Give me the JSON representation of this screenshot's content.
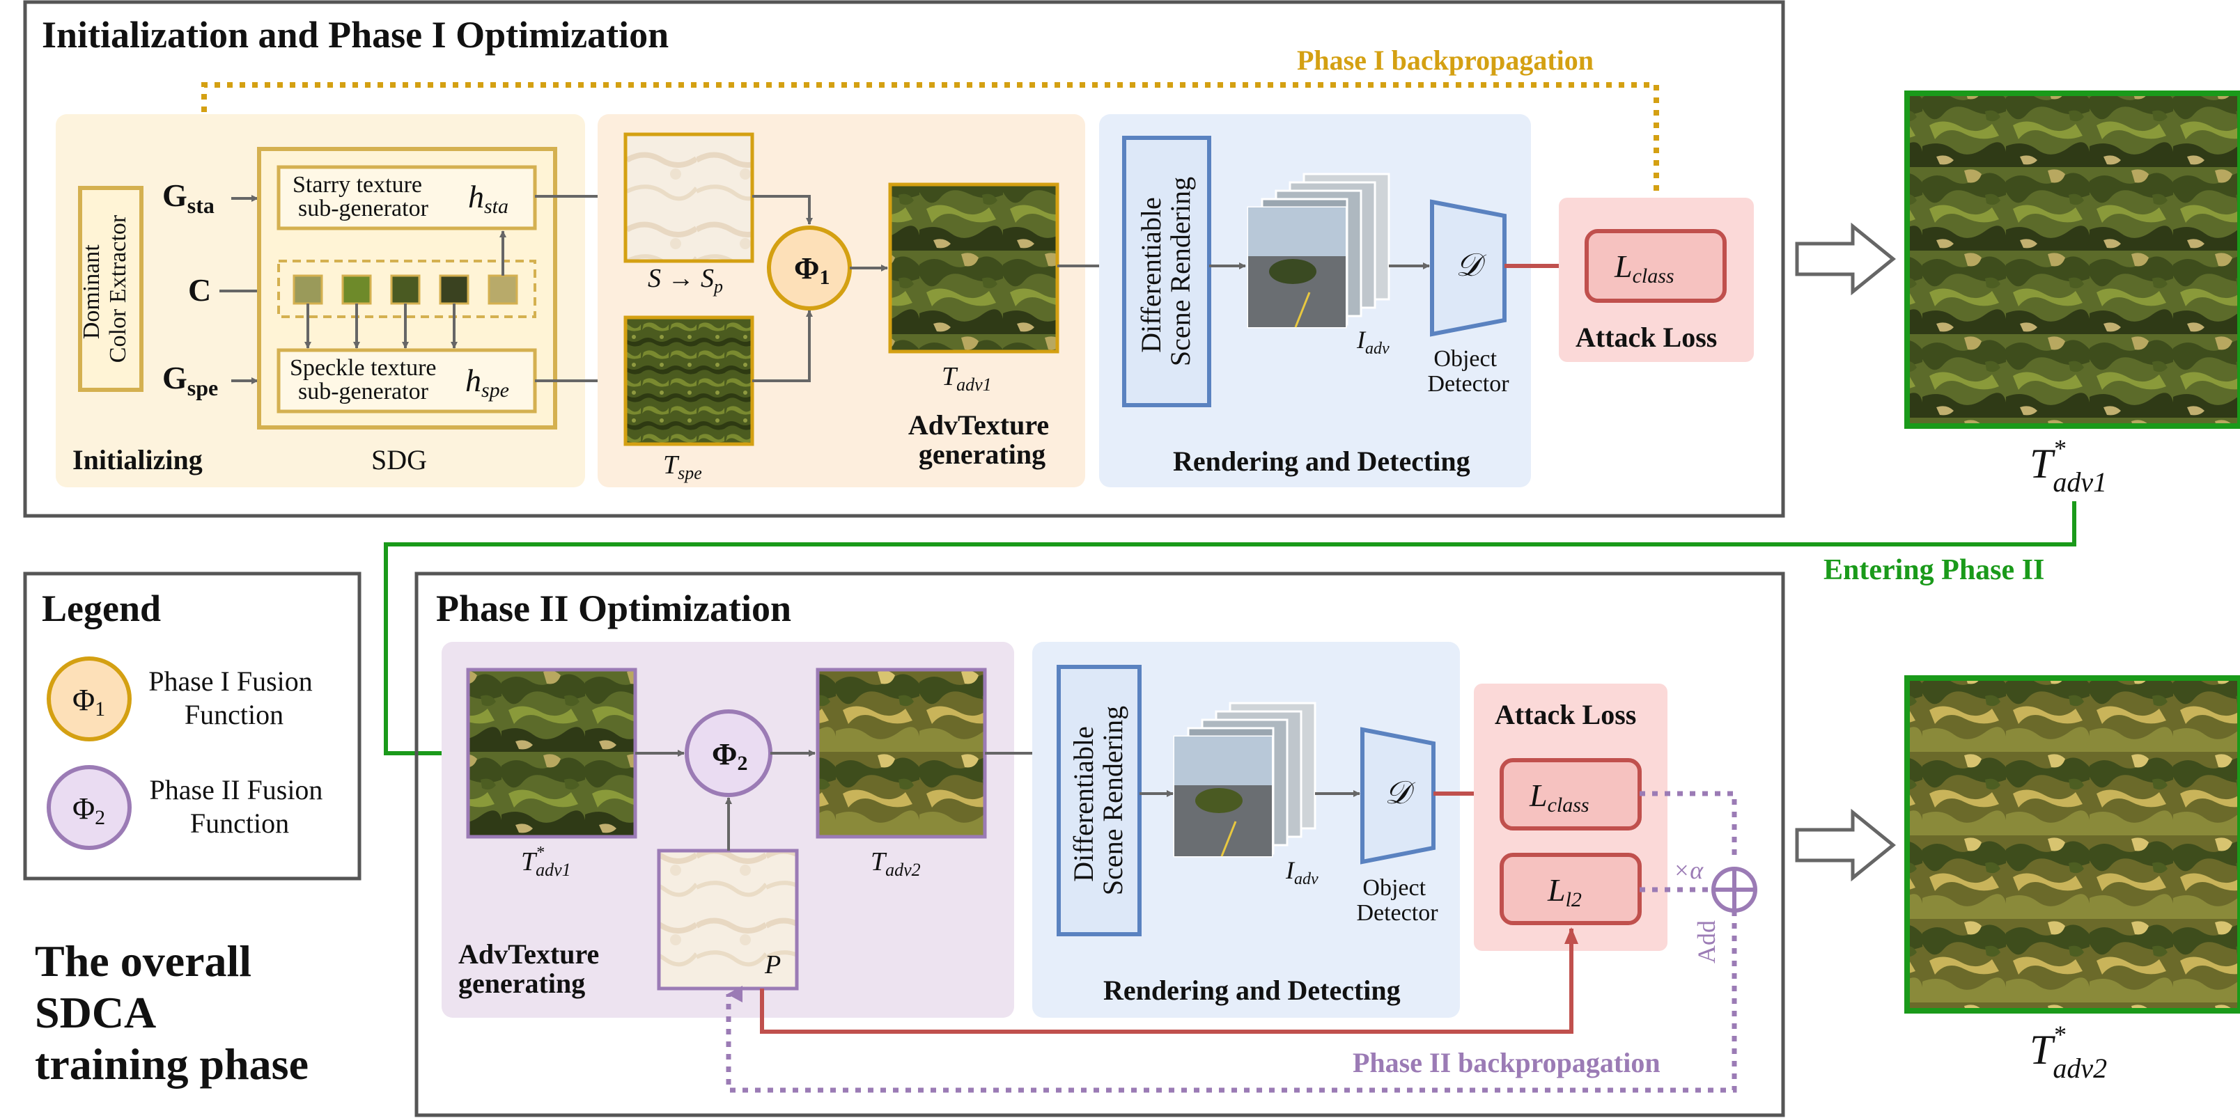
{
  "phase1": {
    "title": "Initialization and Phase I Optimization",
    "backprop_label": "Phase I backpropagation",
    "dominant_color_extractor": [
      "Dominant",
      "Color Extractor"
    ],
    "g_sta": "G",
    "g_sta_sub": "sta",
    "c": "C",
    "g_spe": "G",
    "g_spe_sub": "spe",
    "starry_gen": [
      "Starry texture",
      "sub-generator"
    ],
    "h_sta": "h",
    "h_sta_sub": "sta",
    "speckle_gen": [
      "Speckle texture",
      "sub-generator"
    ],
    "h_spe": "h",
    "h_spe_sub": "spe",
    "initializing_label": "Initializing",
    "sdg_label": "SDG",
    "s_to_sp": "S → S",
    "s_to_sp_sub": "p",
    "t_spe": "T",
    "t_spe_sub": "spe",
    "phi1": "Φ",
    "phi1_sub": "1",
    "t_adv1": "T",
    "t_adv1_sub": "adv1",
    "advtexture_label": [
      "AdvTexture",
      "generating"
    ],
    "renderer": [
      "Differentiable",
      "Scene Rendering"
    ],
    "i_adv": "I",
    "i_adv_sub": "adv",
    "detector_symbol": "𝒟",
    "detector_label": [
      "Object",
      "Detector"
    ],
    "rendering_label": "Rendering and Detecting",
    "l_class": "L",
    "l_class_sub": "class",
    "attack_loss_label": "Attack Loss"
  },
  "between": {
    "entering_label": "Entering Phase II",
    "t_adv1_star": "T",
    "t_adv1_star_sub": "adv1",
    "t_adv2_star": "T",
    "t_adv2_star_sub": "adv2",
    "star": "*"
  },
  "legend": {
    "title": "Legend",
    "phi1": "Φ",
    "phi1_sub": "1",
    "phi1_label": [
      "Phase I Fusion",
      "Function"
    ],
    "phi2": "Φ",
    "phi2_sub": "2",
    "phi2_label": [
      "Phase II Fusion",
      "Function"
    ]
  },
  "overall_label": [
    "The overall",
    "SDCA",
    "training phase"
  ],
  "phase2": {
    "title": "Phase II Optimization",
    "t_adv1_star": "T",
    "t_adv1_star_sub": "adv1",
    "phi2": "Φ",
    "phi2_sub": "2",
    "t_adv2": "T",
    "t_adv2_sub": "adv2",
    "p_label": "P",
    "advtexture_label": [
      "AdvTexture",
      "generating"
    ],
    "renderer": [
      "Differentiable",
      "Scene Rendering"
    ],
    "i_adv": "I",
    "i_adv_sub": "adv",
    "detector_symbol": "𝒟",
    "detector_label": [
      "Object",
      "Detector"
    ],
    "rendering_label": "Rendering and Detecting",
    "attack_loss_label": "Attack Loss",
    "l_class": "L",
    "l_class_sub": "class",
    "l_l2": "L",
    "l_l2_sub": "l2",
    "alpha_label": "×α",
    "add_label": "Add",
    "backprop_label": "Phase II backpropagation"
  },
  "colors": {
    "gold": "#d4a012",
    "purple": "#9b7bb5",
    "green": "#1a9a1a",
    "red": "#c0504d",
    "blue_box": "#5a82c0",
    "gray_frame": "#555555"
  }
}
